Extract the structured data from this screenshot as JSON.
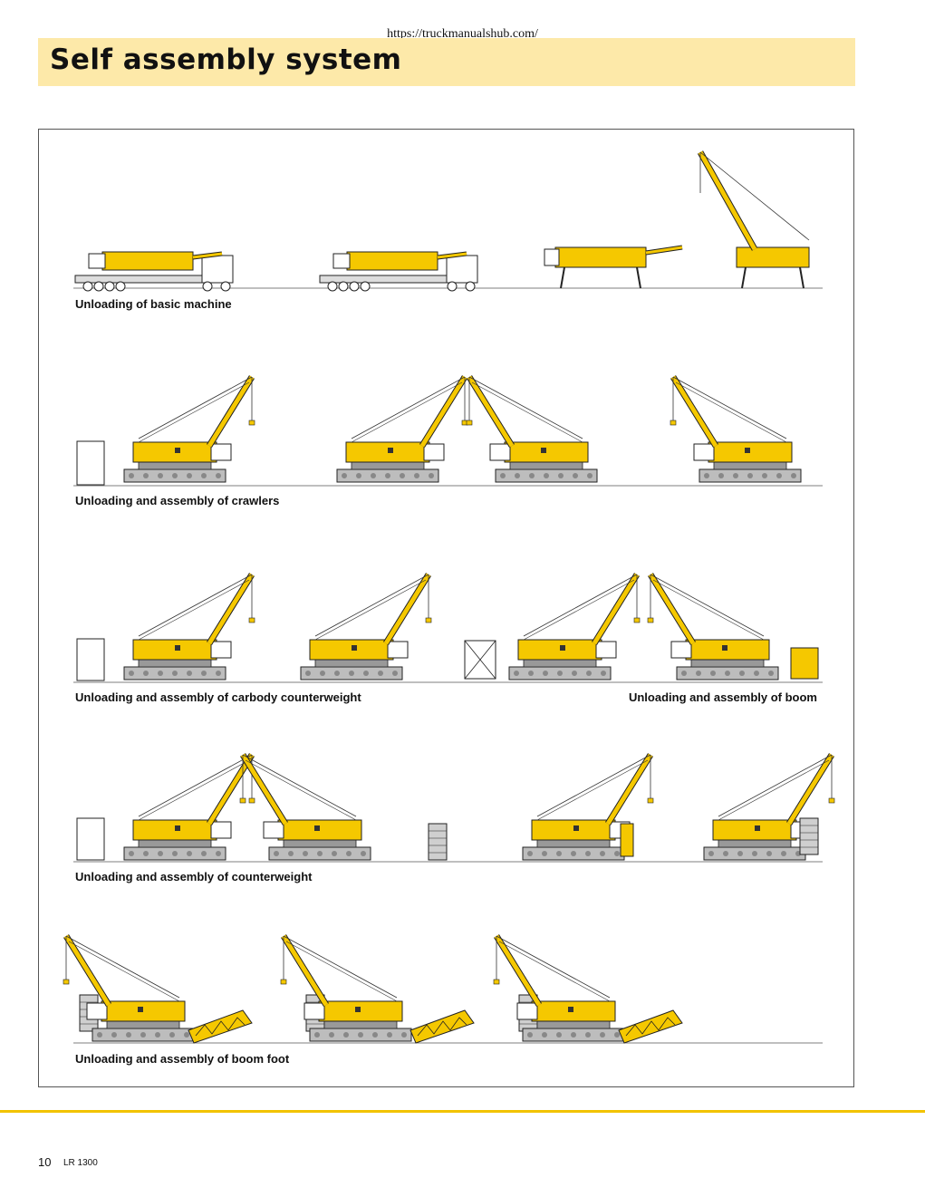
{
  "header": {
    "url": "https://truckmanualshub.com/",
    "title": "Self assembly system"
  },
  "steps": [
    {
      "caption": "Unloading of basic machine"
    },
    {
      "caption": "Unloading and assembly of crawlers"
    },
    {
      "caption": "Unloading and assembly of carbody counterweight",
      "caption_right": "Unloading and assembly of boom"
    },
    {
      "caption": "Unloading and assembly of counterweight"
    },
    {
      "caption": "Unloading and assembly of boom foot"
    }
  ],
  "footer": {
    "page_number": "10",
    "model": "LR 1300"
  },
  "colors": {
    "crane_yellow": "#f5c800",
    "title_band": "#fde9a9",
    "footer_line": "#f2c300",
    "outline": "#222222"
  }
}
